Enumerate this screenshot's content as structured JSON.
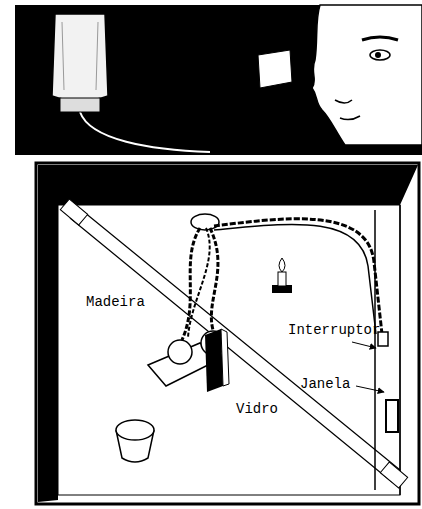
{
  "diagram": {
    "labels": [
      "Madeira",
      "Interruptor",
      "Janela",
      "Vidro"
    ]
  }
}
